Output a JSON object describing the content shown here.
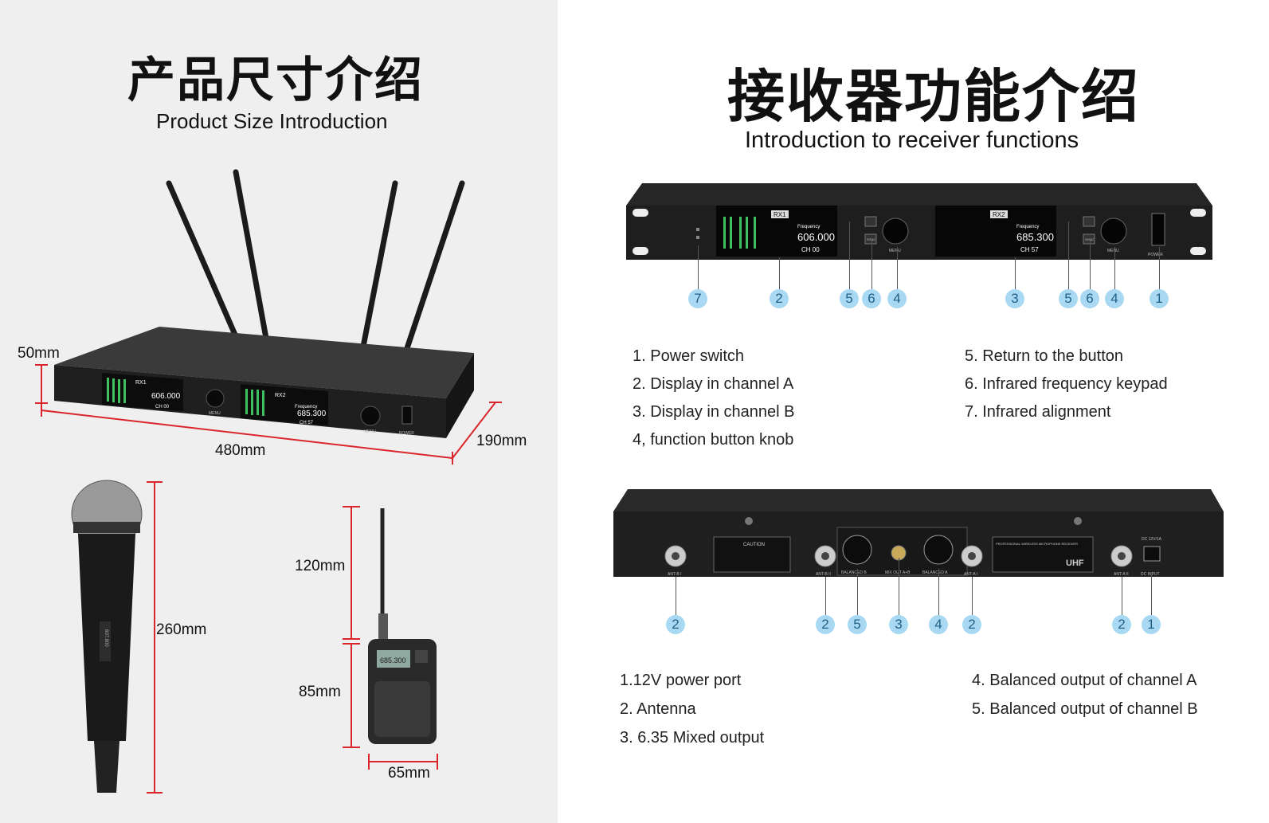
{
  "left": {
    "title_cn": "产品尺寸介绍",
    "title_en": "Product Size Introduction",
    "dims": {
      "height": "50mm",
      "width": "480mm",
      "depth": "190mm",
      "mic_length": "260mm",
      "bodypack_antenna": "120mm",
      "bodypack_body": "85mm",
      "bodypack_width": "65mm"
    },
    "receiver_screens": {
      "a": {
        "label": "RX1",
        "freq": "606.000",
        "ch": "CH 00"
      },
      "b": {
        "label": "RX2",
        "freq": "685.300",
        "ch": "CH 57"
      }
    },
    "panel_labels": {
      "menu": "MENU",
      "power": "POWER",
      "frequency": "Frequency"
    },
    "mic_text": "607.800",
    "bodypack_display": "685.300"
  },
  "right": {
    "title_cn": "接收器功能介绍",
    "title_en": "Introduction to receiver functions",
    "front_screens": {
      "a": {
        "label": "RX1",
        "freq": "606.000",
        "ch": "CH 00"
      },
      "b": {
        "label": "RX2",
        "freq": "685.300",
        "ch": "CH 57"
      }
    },
    "front_labels": {
      "frequency": "Frequency",
      "menu": "MENU",
      "power": "POWER",
      "sync": "SYNC"
    },
    "front_callouts": [
      "7",
      "2",
      "5",
      "6",
      "4",
      "3",
      "5",
      "6",
      "4",
      "1"
    ],
    "front_list_left": [
      "1. Power switch",
      "2. Display in channel A",
      "3. Display in channel B",
      "4, function button knob"
    ],
    "front_list_right": [
      "5. Return to the button",
      "6. Infrared frequency keypad",
      "7. Infrared alignment"
    ],
    "rear_labels": {
      "caution": "CAUTION",
      "ant_b1": "ANT-B I",
      "ant_b2": "ANT-B II",
      "balanced_b": "BALANCED B",
      "mix_out": "MIX OUT A+B",
      "balanced_a": "BALANCED A",
      "ant_a1": "ANT-A I",
      "ant_a2": "ANT-A II",
      "dc_input": "DC INPUT",
      "dc_spec": "DC 12V/1A",
      "product_name": "PROFESSIONAL WIRELESS MICROPHONE RECEIVER",
      "uhf": "UHF"
    },
    "rear_callouts": [
      "2",
      "2",
      "5",
      "3",
      "4",
      "2",
      "2",
      "1"
    ],
    "rear_list_left": [
      "1.12V power port",
      "2. Antenna",
      "3. 6.35 Mixed output"
    ],
    "rear_list_right": [
      "4. Balanced output of channel A",
      "5. Balanced output of channel B"
    ]
  },
  "colors": {
    "dimension_red": "#d9262c",
    "badge": "#a9d9f2",
    "device": "#2b2b2b"
  }
}
